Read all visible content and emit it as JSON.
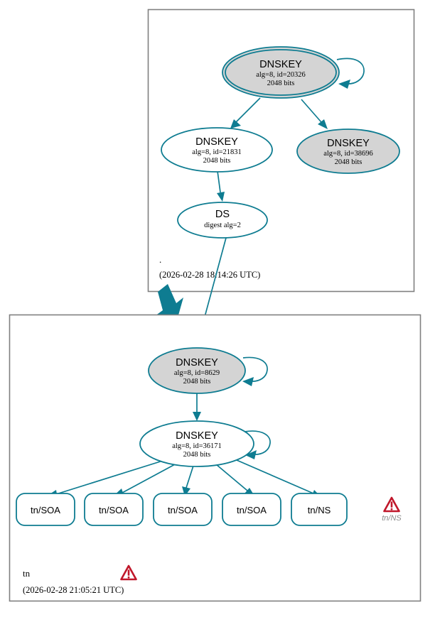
{
  "diagram": {
    "type": "dnssec-authentication-chain",
    "accent_color": "#0e7c91",
    "warning_color": "#c0172a",
    "key_fill_signing": "#d4d4d4",
    "key_fill_plain": "#ffffff",
    "cluster_border_color": "#808080"
  },
  "zones": [
    {
      "id": "root",
      "name": ".",
      "timestamp": "(2026-02-28 18:14:26 UTC)",
      "has_warning": false
    },
    {
      "id": "tn",
      "name": "tn",
      "timestamp": "(2026-02-28 21:05:21 UTC)",
      "has_warning": true
    }
  ],
  "nodes": {
    "root_ksk": {
      "title": "DNSKEY",
      "line2": "alg=8, id=20326",
      "line3": "2048 bits",
      "shape": "double-ellipse",
      "fill": "gray",
      "self_signed": true
    },
    "root_zsk": {
      "title": "DNSKEY",
      "line2": "alg=8, id=21831",
      "line3": "2048 bits",
      "shape": "ellipse",
      "fill": "white",
      "self_signed": false
    },
    "root_alt": {
      "title": "DNSKEY",
      "line2": "alg=8, id=38696",
      "line3": "2048 bits",
      "shape": "ellipse",
      "fill": "gray",
      "self_signed": false
    },
    "root_ds": {
      "title": "DS",
      "line2": "digest alg=2",
      "shape": "ellipse",
      "fill": "white"
    },
    "tn_ksk": {
      "title": "DNSKEY",
      "line2": "alg=8, id=8629",
      "line3": "2048 bits",
      "shape": "ellipse",
      "fill": "gray",
      "self_signed": true
    },
    "tn_zsk": {
      "title": "DNSKEY",
      "line2": "alg=8, id=36171",
      "line3": "2048 bits",
      "shape": "ellipse",
      "fill": "white",
      "self_signed": true
    }
  },
  "rrsets": [
    {
      "label": "tn/SOA"
    },
    {
      "label": "tn/SOA"
    },
    {
      "label": "tn/SOA"
    },
    {
      "label": "tn/SOA"
    },
    {
      "label": "tn/NS"
    }
  ],
  "warnings": [
    {
      "caption": "tn/NS",
      "icon": "warning-triangle-icon"
    }
  ]
}
